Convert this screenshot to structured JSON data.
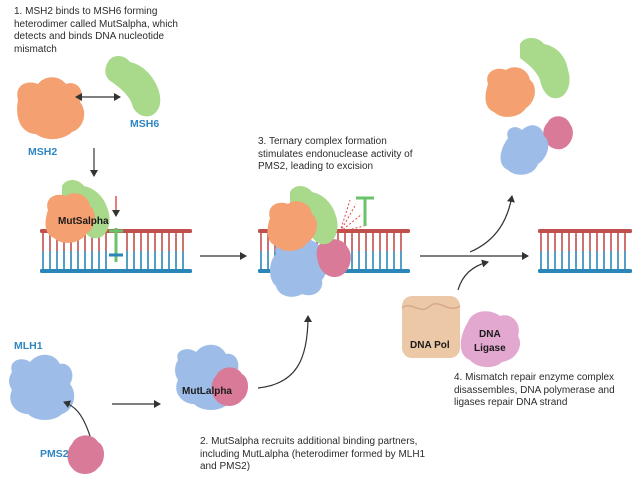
{
  "steps": [
    {
      "lines": [
        "1. MSH2 binds to MSH6 forming",
        "heterodimer called MutSalpha, which",
        "detects and binds DNA nucleotide",
        "mismatch"
      ]
    },
    {
      "lines": [
        "2. MutSalpha recruits additional binding partners,",
        "including MutLalpha (heterodimer formed by MLH1",
        "and PMS2)"
      ]
    },
    {
      "lines": [
        "3. Ternary complex formation",
        "stimulates endonuclease activity of",
        "PMS2, leading to excision"
      ]
    },
    {
      "lines": [
        "4. Mismatch repair enzyme complex",
        "disassembles, DNA polymerase and",
        "ligases repair DNA strand"
      ]
    }
  ],
  "labels": {
    "msh2": "MSH2",
    "msh6": "MSH6",
    "mlh1": "MLH1",
    "pms2": "PMS2",
    "mutsalpha": "MutSalpha",
    "mutlalpha": "MutLalpha",
    "dna_pol": "DNA Pol",
    "dna_ligase_1": "DNA",
    "dna_ligase_2": "Ligase"
  },
  "colors": {
    "msh2": "#f4a070",
    "msh6": "#a9d98a",
    "mlh1": "#9dbde8",
    "pms2": "#d97a98",
    "dna_pol": "#ecc8a6",
    "dna_ligase": "#e3a8d0",
    "dna_top": "#c0504d",
    "dna_bottom": "#2a86b8",
    "label_blue": "#2f86c4"
  }
}
